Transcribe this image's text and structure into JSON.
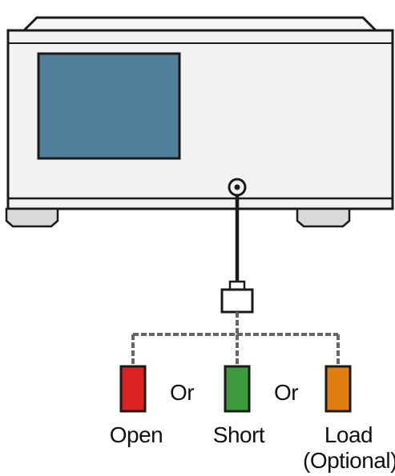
{
  "labels": {
    "or_1": "Or",
    "or_2": "Or",
    "open": "Open",
    "short": "Short",
    "load": "Load",
    "load_note": "(Optional)"
  },
  "colors": {
    "instrument_face": "#f2f2f2",
    "instrument_top": "#f7f7f7",
    "outline": "#1a1a1a",
    "screen": "#4f7f99",
    "feet": "#d9d9d9",
    "open_standard": "#dd2222",
    "short_standard": "#3d9a3d",
    "load_standard": "#e07f10",
    "dashed_line": "#666666"
  },
  "icons": {
    "port": "coaxial-port-icon",
    "adapter": "adapter-connector-icon"
  }
}
